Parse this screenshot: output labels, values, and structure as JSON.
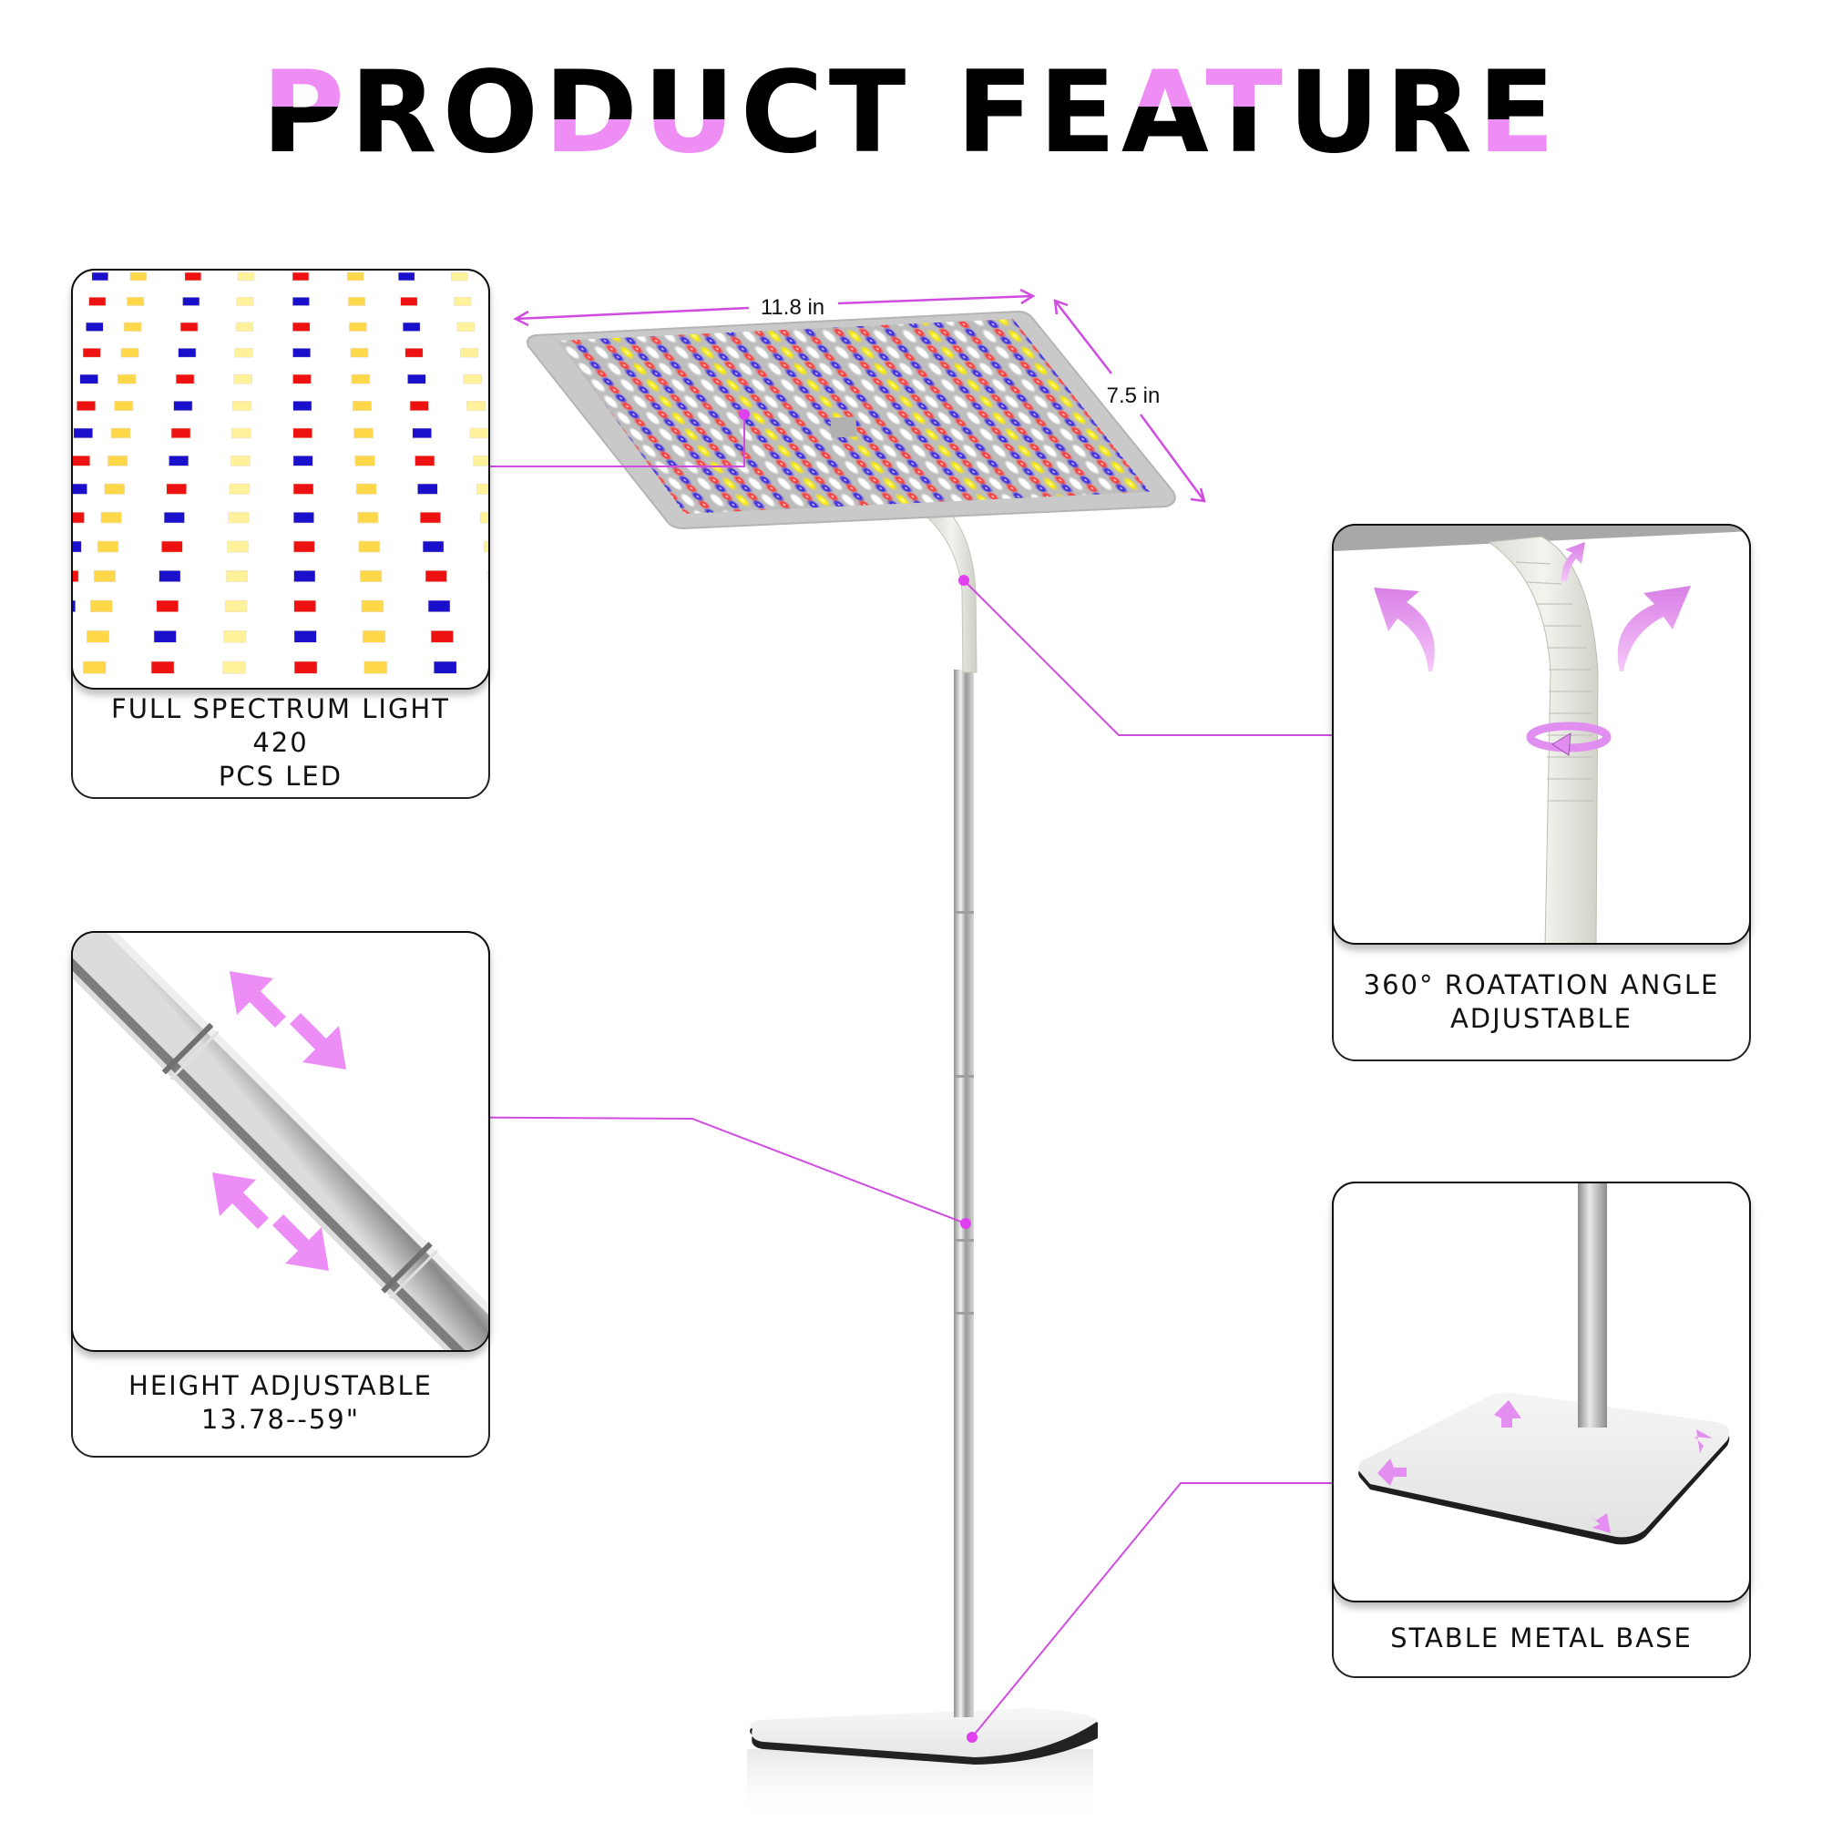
{
  "header": {
    "title": "PRODUCT FEATURE",
    "title_parts": [
      "P",
      "RO",
      "DU",
      "CT FE",
      "AT",
      "UR",
      "E"
    ]
  },
  "colors": {
    "accent": "#e060f0",
    "accent_light": "#ee8ef5",
    "text": "#111111",
    "led_red": "#ee1111",
    "led_blue": "#1a10cc",
    "led_yellow": "#ffd84a",
    "led_white": "#ffffff",
    "panel_frame": "#c8c8c8"
  },
  "product": {
    "dimensions": {
      "width_label": "11.8 in",
      "depth_label": "7.5 in"
    }
  },
  "features": [
    {
      "id": "led",
      "label": "FULL SPECTRUM LIGHT 420 PCS LED",
      "line1": "FULL SPECTRUM LIGHT 420",
      "line2": "PCS LED",
      "icon": "led-array-closeup"
    },
    {
      "id": "height",
      "label": "HEIGHT ADJUSTABLE 13.78--59\"",
      "line1": "HEIGHT ADJUSTABLE",
      "line2": "13.78--59\"",
      "icon": "telescopic-pole-arrows"
    },
    {
      "id": "rotation",
      "label": "360° ROATATION ANGLE ADJUSTABLE",
      "line1": "360° ROATATION ANGLE",
      "line2": "ADJUSTABLE",
      "icon": "gooseneck-rotate-arrows"
    },
    {
      "id": "base",
      "label": "STABLE METAL BASE",
      "line1": "STABLE METAL BASE",
      "line2": "",
      "icon": "square-base-arrows"
    }
  ]
}
